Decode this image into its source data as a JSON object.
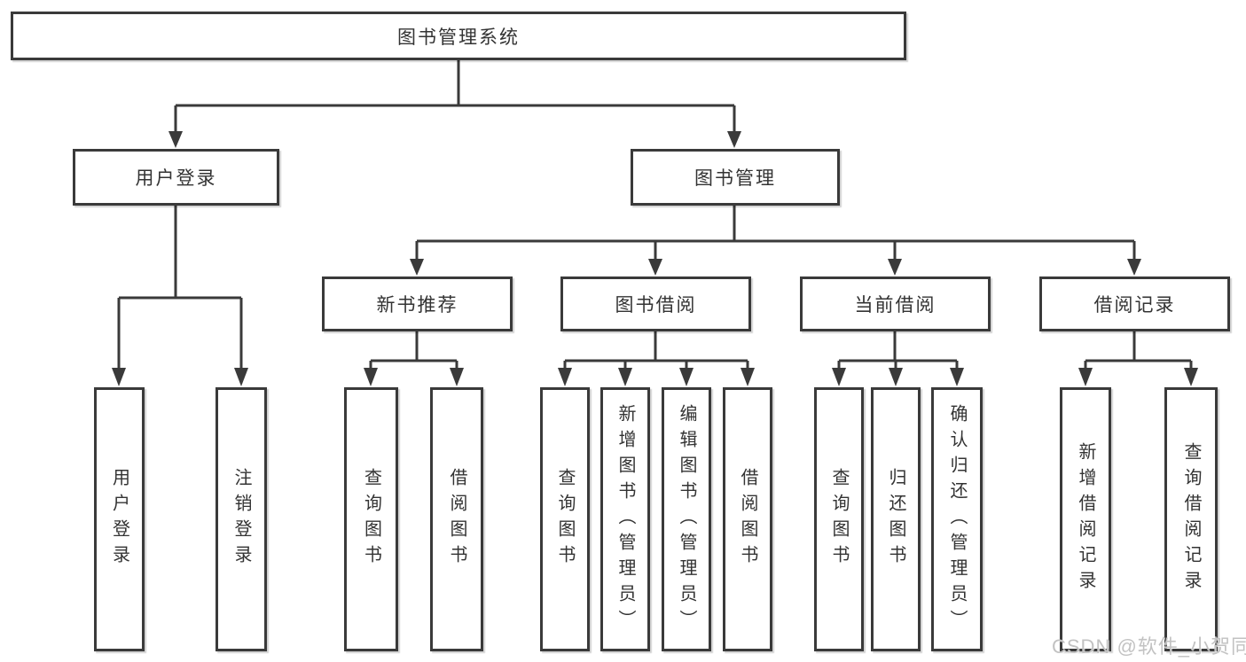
{
  "colors": {
    "line": "#3a3a3a",
    "text": "#333333",
    "watermark": "#c2c2c2",
    "box_background": "#ffffff"
  },
  "nodes": {
    "root": "图书管理系统",
    "level2": {
      "user_login": "用户登录",
      "book_management": "图书管理"
    },
    "level3": {
      "new_book_recommend": "新书推荐",
      "book_borrow": "图书借阅",
      "current_borrow": "当前借阅",
      "borrow_records": "借阅记录"
    },
    "leaves": {
      "user_login": "用户登录",
      "logout": "注销登录",
      "nbr_query_books": "查询图书",
      "nbr_borrow_books": "借阅图书",
      "bb_query_books": "查询图书",
      "bb_add_books_admin": "新增图书（管理员）",
      "bb_edit_books_admin": "编辑图书（管理员）",
      "bb_borrow_books": "借阅图书",
      "cb_query_books": "查询图书",
      "cb_return_books": "归还图书",
      "cb_confirm_return_admin": "确认归还（管理员）",
      "br_add_record": "新增借阅记录",
      "br_query_record": "查询借阅记录"
    }
  },
  "watermark": {
    "text": "CSDN @软件_小贺同学"
  }
}
